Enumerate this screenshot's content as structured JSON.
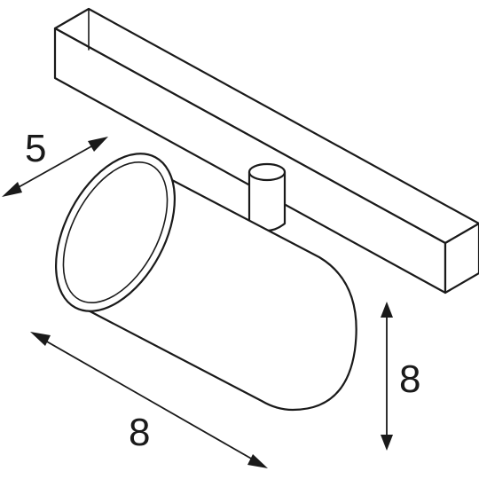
{
  "dimensions": {
    "depth": "5",
    "length": "8",
    "height": "8"
  },
  "colors": {
    "line": "#1a1a1a",
    "background": "#ffffff"
  }
}
